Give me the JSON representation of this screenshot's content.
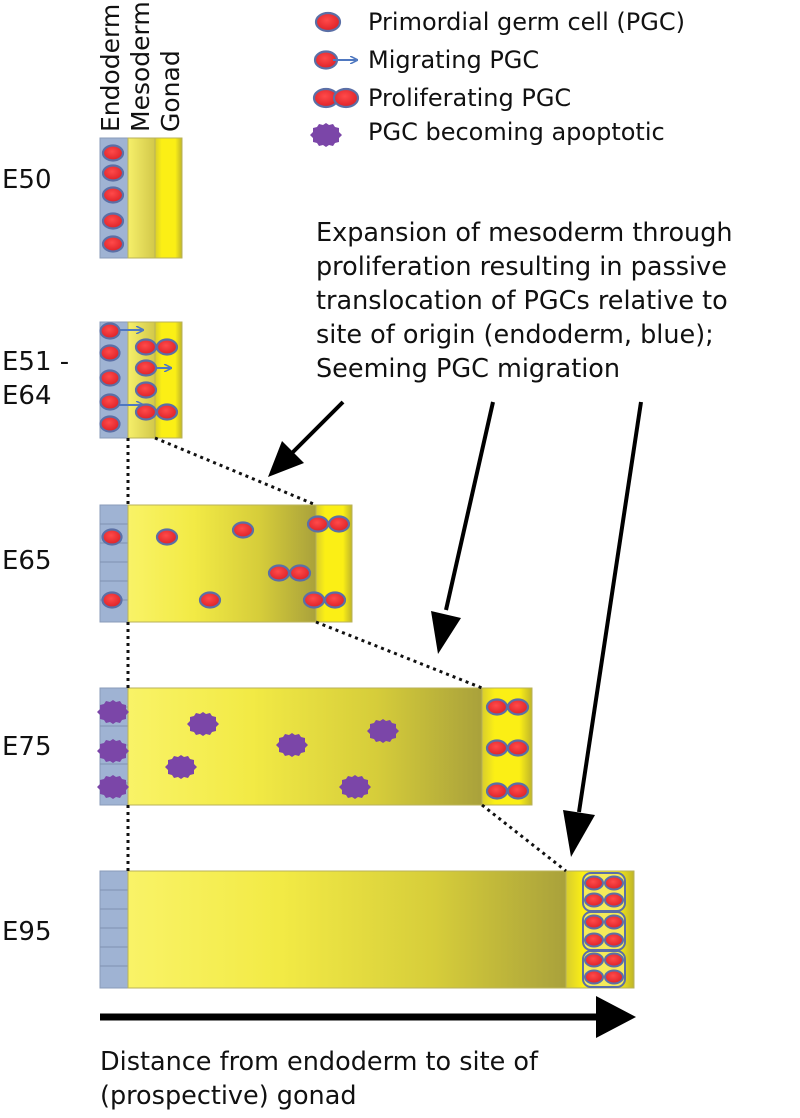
{
  "legend": {
    "pgc": "Primordial germ cell (PGC)",
    "migrating": "Migrating PGC",
    "proliferating": "Proliferating PGC",
    "apoptotic": "PGC becoming apoptotic"
  },
  "columns": {
    "endoderm": "Endoderm",
    "mesoderm": "Mesoderm",
    "gonad": "Gonad"
  },
  "stages": {
    "e50": "E50",
    "e51": "E51 -\nE64",
    "e65": "E65",
    "e75": "E75",
    "e95": "E95"
  },
  "annotation": "Expansion of mesoderm through\nproliferation resulting in passive\ntranslocation of PGCs relative to\nsite of origin (endoderm, blue);\nSeeming PGC migration",
  "axis_caption": "Distance from endoderm to site of\n(prospective) gonad",
  "colors": {
    "endoderm": "#9fb3d3",
    "mesoderm_light": "#f8f05c",
    "mesoderm_dark": "#a7a03a",
    "gonad": "#f2e51a",
    "pgc": "#e02228",
    "pgc_outline": "#5b6fa6",
    "apoptotic": "#7b46a8",
    "arrow": "#000000"
  }
}
